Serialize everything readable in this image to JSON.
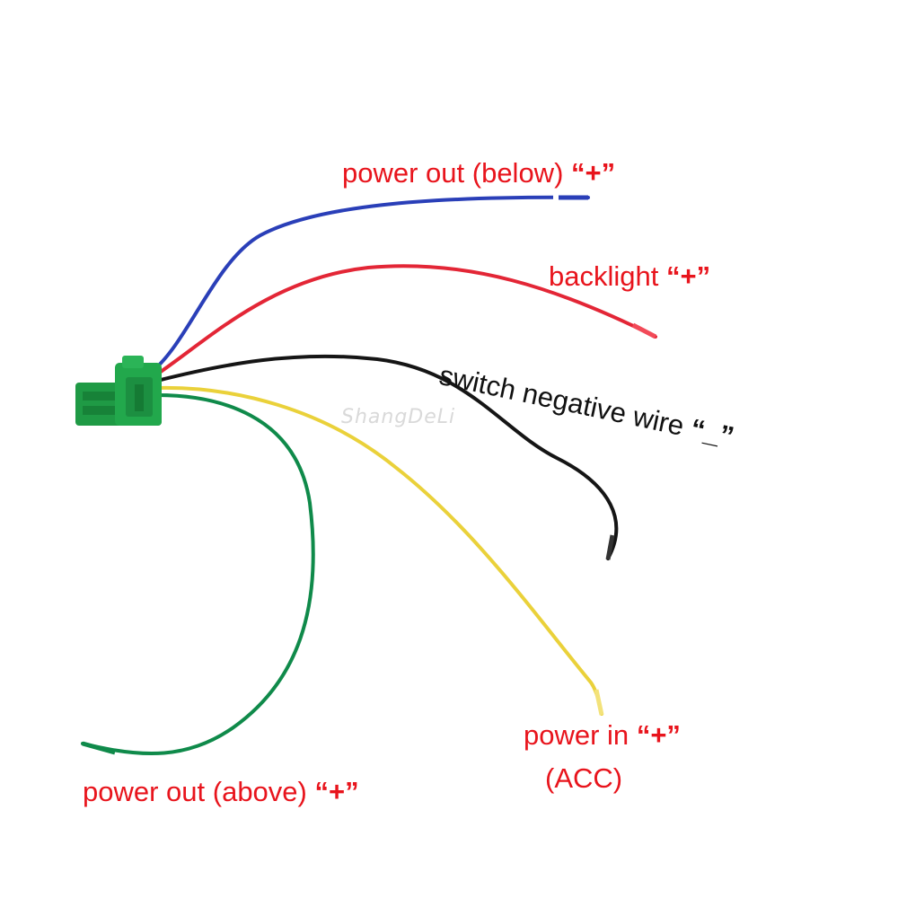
{
  "labels": {
    "blue": {
      "text": "power out (below)",
      "sign": "“+”"
    },
    "red": {
      "text": "backlight",
      "sign": "“+”"
    },
    "black": {
      "text": "switch negative wire",
      "sign": "“_”"
    },
    "yellow": {
      "text": "power in",
      "sign": "“+”",
      "sub": "(ACC)"
    },
    "green": {
      "text": "power out (above)",
      "sign": "“+”"
    }
  },
  "watermark": "ShangDeLi",
  "colors": {
    "label": "#e8141c",
    "label_dark": "#111111",
    "connector": "#1f9a45",
    "wire_blue": "#2a3fb8",
    "wire_red": "#e32636",
    "wire_black": "#151515",
    "wire_yellow": "#ead13a",
    "wire_green": "#0f8a4a"
  }
}
